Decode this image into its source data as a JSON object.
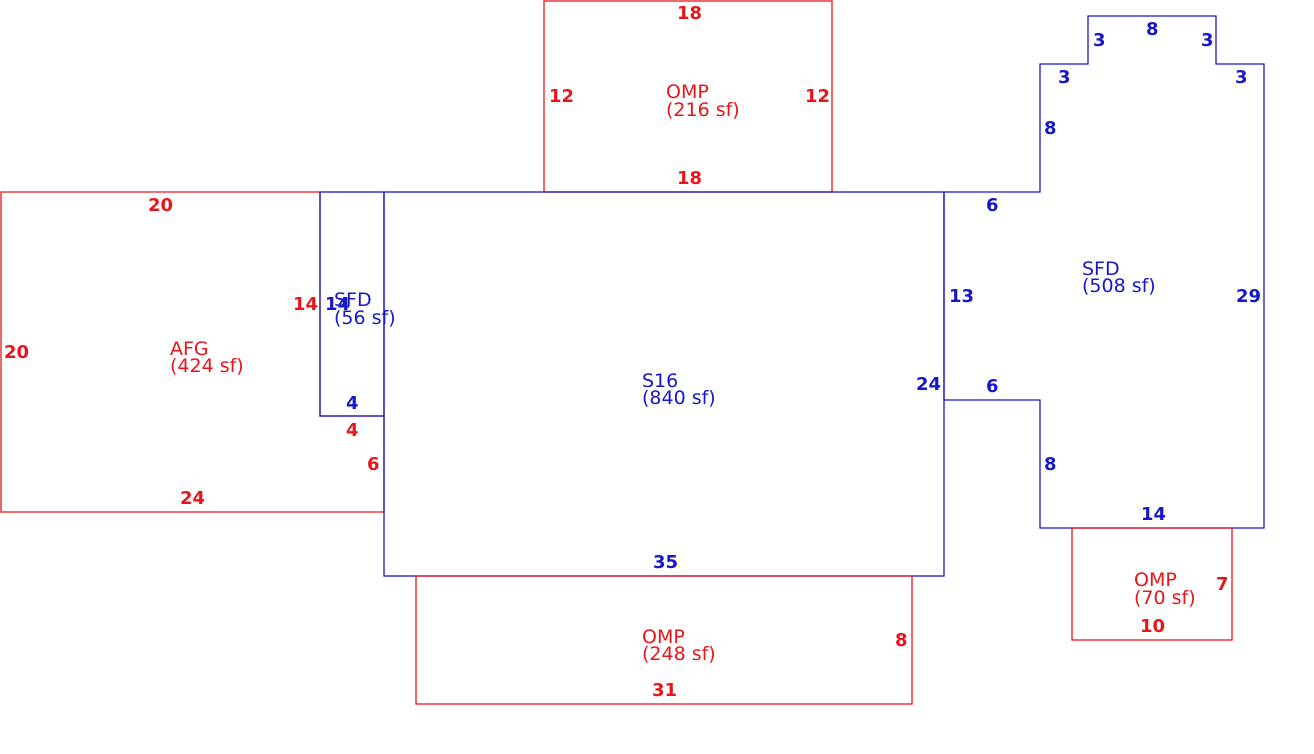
{
  "colors": {
    "red": "#e8161b",
    "blue": "#1717c9"
  },
  "areas": [
    {
      "key": "omp_top",
      "code": "OMP",
      "area": "(216 sf)",
      "color": "red"
    },
    {
      "key": "afg",
      "code": "AFG",
      "area": "(424 sf)",
      "color": "red"
    },
    {
      "key": "sfd_small",
      "code": "SFD",
      "area": "(56 sf)",
      "color": "blue"
    },
    {
      "key": "s16",
      "code": "S16",
      "area": "(840 sf)",
      "color": "blue"
    },
    {
      "key": "sfd_right",
      "code": "SFD",
      "area": "(508 sf)",
      "color": "blue"
    },
    {
      "key": "omp_right",
      "code": "OMP",
      "area": "(70 sf)",
      "color": "red"
    },
    {
      "key": "omp_bottom",
      "code": "OMP",
      "area": "(248 sf)",
      "color": "red"
    }
  ],
  "dimensions": {
    "omp_top": {
      "top": "18",
      "bottom": "18",
      "left": "12",
      "right": "12"
    },
    "afg": {
      "top": "20",
      "left": "20",
      "bottom": "24",
      "right_upper": "14",
      "right_step": "4",
      "right_lower": "6"
    },
    "sfd_small": {
      "side": "14",
      "bottom": "4"
    },
    "s16": {
      "right": "24",
      "bottom": "35"
    },
    "sfd_right": {
      "top_bump": "8",
      "bump_left": "3",
      "bump_right": "3",
      "shoulder_left": "3",
      "shoulder_right": "3",
      "upper_left_side": "8",
      "upper_step": "6",
      "mid_side": "13",
      "lower_step": "6",
      "lower_left_side": "8",
      "bottom": "14",
      "right": "29"
    },
    "omp_right": {
      "right": "7",
      "bottom": "10"
    },
    "omp_bottom": {
      "right": "8",
      "bottom": "31"
    }
  }
}
